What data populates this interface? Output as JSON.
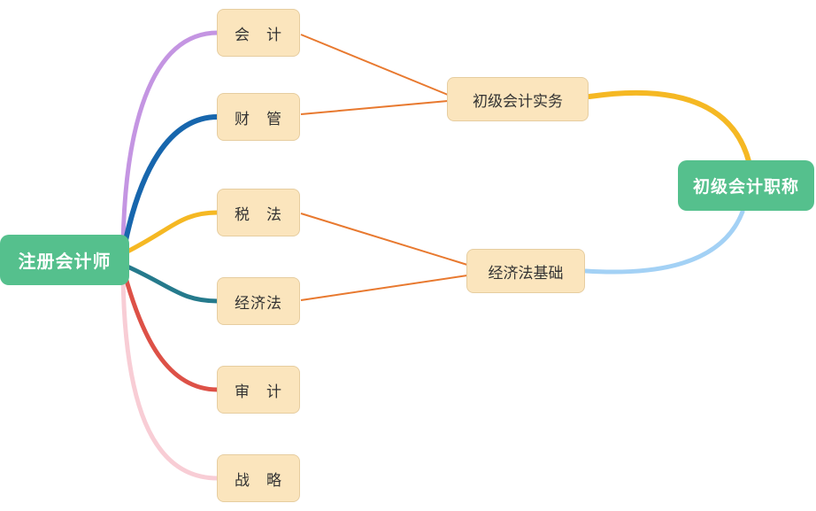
{
  "nodes": {
    "cpa_root": {
      "label": "注册会计师"
    },
    "junior_root": {
      "label": "初级会计职称"
    },
    "cpa_subjects": [
      {
        "label": "会　计"
      },
      {
        "label": "财　管"
      },
      {
        "label": "税　法"
      },
      {
        "label": "经济法"
      },
      {
        "label": "审　计"
      },
      {
        "label": "战　略"
      }
    ],
    "junior_subjects": [
      {
        "label": "初级会计实务"
      },
      {
        "label": "经济法基础"
      }
    ]
  },
  "colors": {
    "canvas_bg": "#ffffff",
    "root_bg": "#55c08d",
    "root_text": "#ffffff",
    "subject_bg": "#fbe5bd",
    "subject_border": "#e6cda0",
    "subject_text": "#333333",
    "branch_accounting": "#c495e2",
    "branch_finance": "#1766ad",
    "branch_tax": "#f5b823",
    "branch_economic_law": "#257a8c",
    "branch_audit": "#dd5147",
    "branch_strategy": "#f8cdd5",
    "branch_practice": "#f5b823",
    "branch_econ_basics": "#a3d1f5",
    "cross_link": "#e8792f"
  }
}
